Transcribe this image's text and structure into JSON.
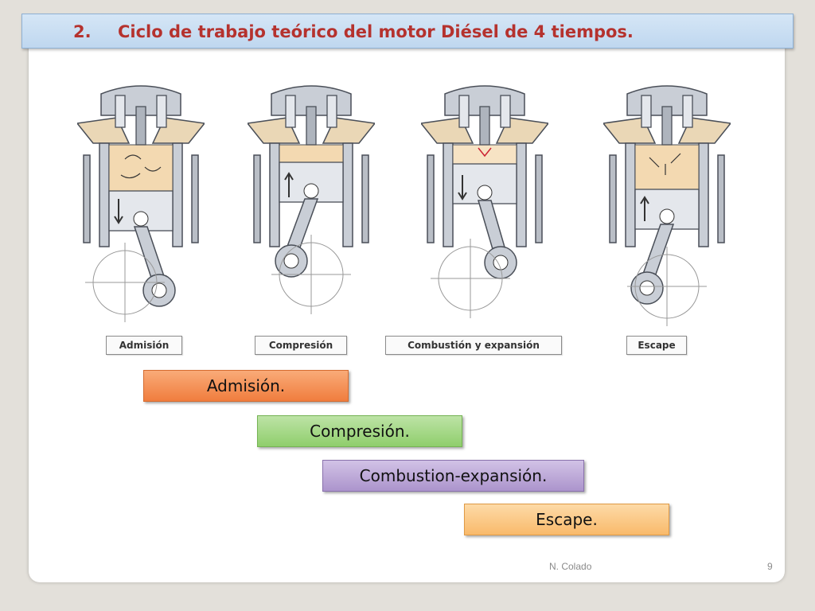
{
  "title": {
    "number": "2.",
    "text": "Ciclo de trabajo teórico del motor Diésel de 4 tiempos."
  },
  "diagram_labels": [
    "Admisión",
    "Compresión",
    "Combustión y expansión",
    "Escape"
  ],
  "stroke_boxes": [
    "Admisión.",
    "Compresión.",
    "Combustion-expansión.",
    "Escape."
  ],
  "footer": {
    "author": "N. Colado",
    "page": "9"
  },
  "colors": {
    "title_text": "#b5322e",
    "title_bar": "#c8ddf2",
    "box_admision": "#f28b4e",
    "box_compresion": "#9ed27f",
    "box_combustion": "#b8a3d6",
    "box_escape": "#fcc882",
    "metal": "#c9ced6",
    "intake_charge": "#f3d9b1"
  }
}
